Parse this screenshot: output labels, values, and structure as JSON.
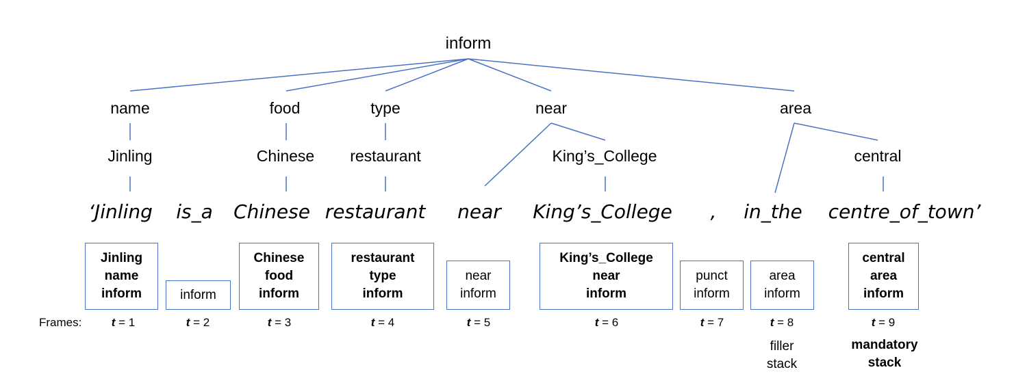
{
  "tree": {
    "root": "inform",
    "slots": {
      "name": "name",
      "food": "food",
      "type": "type",
      "near": "near",
      "area": "area"
    },
    "values": {
      "name": "Jinling",
      "food": "Chinese",
      "type": "restaurant",
      "near": "King’s_College",
      "area": "central"
    }
  },
  "sentence": [
    "‘Jinling",
    "is_a",
    "Chinese",
    "restaurant",
    "near",
    "King’s_College",
    ",",
    "in_the",
    "centre_of_town’"
  ],
  "frames_label": "Frames:",
  "frames": [
    {
      "lines": [
        "Jinling",
        "name",
        "inform"
      ],
      "t": "t",
      "eq": " = 1",
      "bold": true
    },
    {
      "lines": [
        "inform"
      ],
      "t": "t",
      "eq": " = 2",
      "bold": false
    },
    {
      "lines": [
        "Chinese",
        "food",
        "inform"
      ],
      "t": "t",
      "eq": " = 3",
      "bold": true
    },
    {
      "lines": [
        "restaurant",
        "type",
        "inform"
      ],
      "t": "t",
      "eq": " = 4",
      "bold": true
    },
    {
      "lines": [
        "near",
        "inform"
      ],
      "t": "t",
      "eq": " = 5",
      "bold": false
    },
    {
      "lines": [
        "King’s_College",
        "near",
        "inform"
      ],
      "t": "t",
      "eq": " = 6",
      "bold": true
    },
    {
      "lines": [
        "punct",
        "inform"
      ],
      "t": "t",
      "eq": " = 7",
      "bold": false
    },
    {
      "lines": [
        "area",
        "inform"
      ],
      "t": "t",
      "eq": " = 8",
      "bold": false
    },
    {
      "lines": [
        "central",
        "area",
        "inform"
      ],
      "t": "t",
      "eq": " = 9",
      "bold": true
    }
  ],
  "stacks": {
    "filler": [
      "filler",
      "stack"
    ],
    "mandatory": [
      "mandatory",
      "stack"
    ]
  },
  "colors": {
    "edge": "#4a72c4",
    "box_border": "#4a72c4"
  }
}
